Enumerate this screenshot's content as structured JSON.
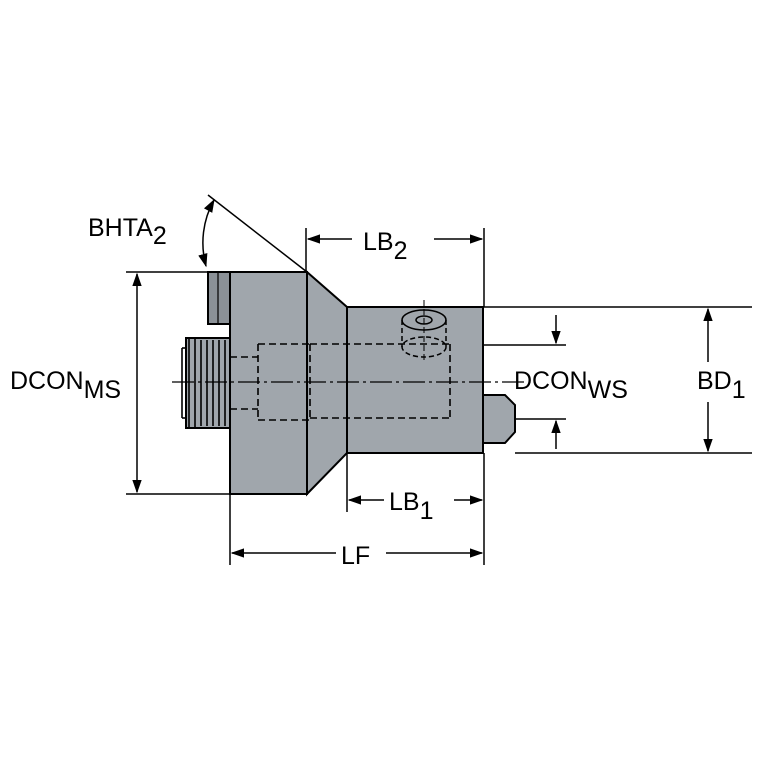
{
  "colors": {
    "body_fill": "#a0a6ac",
    "body_fill_dark": "#8b9197",
    "line": "#000000",
    "background": "#ffffff"
  },
  "labels": {
    "bhta": {
      "base": "BHTA",
      "sub": "2"
    },
    "lb2": {
      "base": "LB",
      "sub": "2"
    },
    "lb1": {
      "base": "LB",
      "sub": "1"
    },
    "lf": {
      "base": "LF"
    },
    "dcon_ms": {
      "base": "DCON",
      "sub": "MS"
    },
    "dcon_ws": {
      "base": "DCON",
      "sub": "WS"
    },
    "bd1": {
      "base": "BD",
      "sub": "1"
    }
  }
}
